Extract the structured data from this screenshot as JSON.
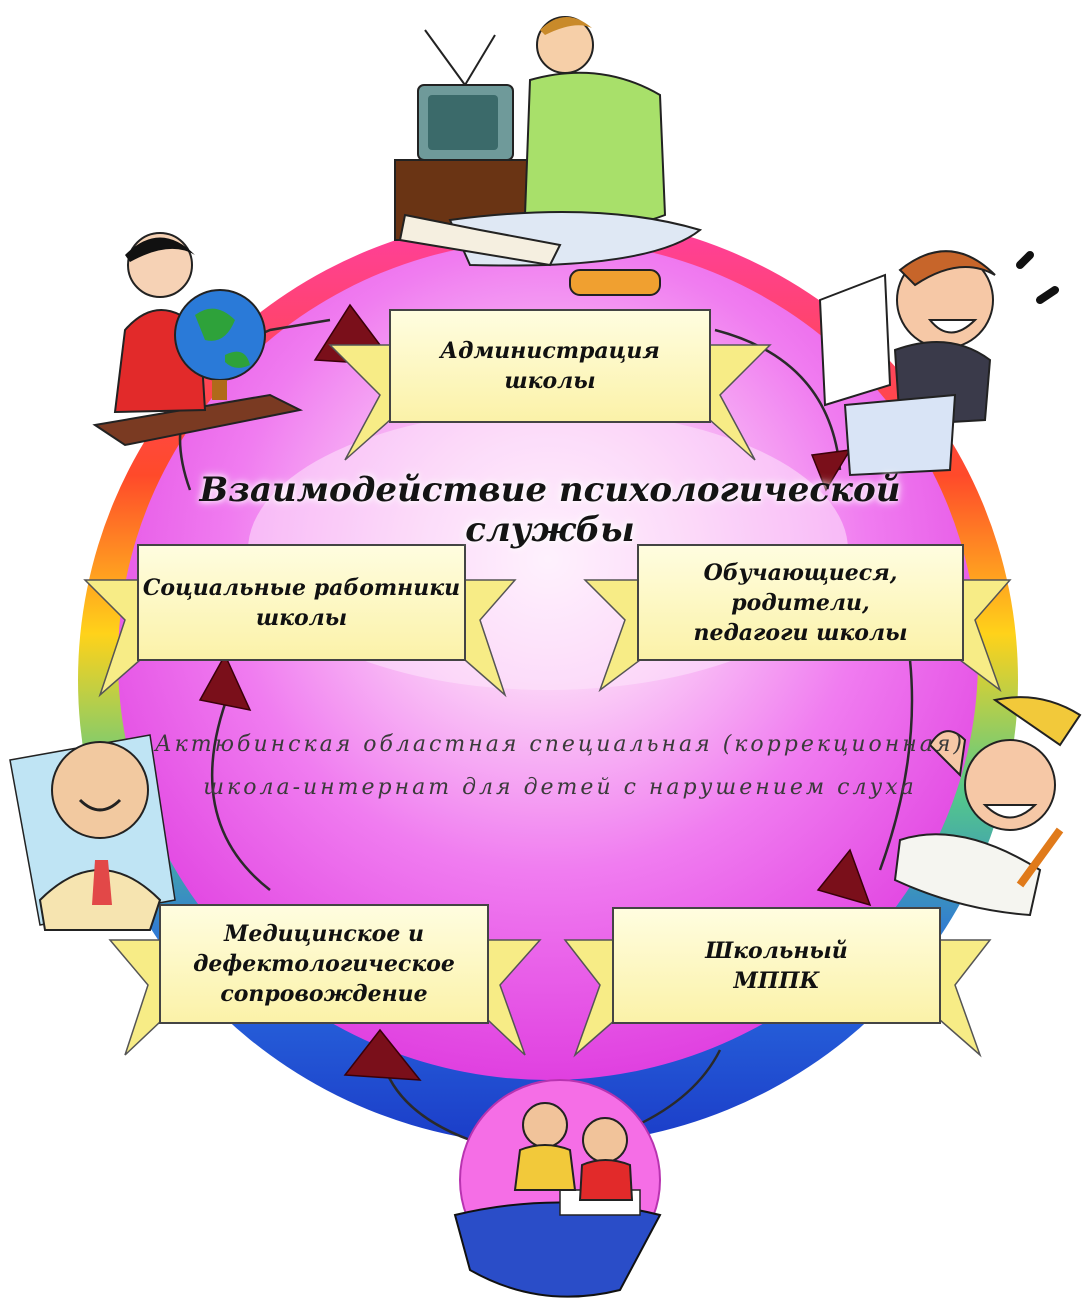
{
  "title": "Взаимодействие психологической службы",
  "caption": {
    "line1": "Актюбинская областная специальная (коррекционная)",
    "line2": "школа-интернат для детей с нарушением слуха"
  },
  "nodes": [
    {
      "id": "admin",
      "lines": [
        "Администрация",
        "школы"
      ]
    },
    {
      "id": "students",
      "lines": [
        "Обучающиеся, родители,",
        "педагоги школы"
      ]
    },
    {
      "id": "mppk",
      "lines": [
        "Школьный",
        "МППК"
      ]
    },
    {
      "id": "medical",
      "lines": [
        "Медицинское и",
        "дефектологическое",
        "сопровождение"
      ]
    },
    {
      "id": "social",
      "lines": [
        "Социальные работники",
        "школы"
      ]
    }
  ],
  "colors": {
    "ring_top": "#ff3fa0",
    "ring_mid": "#ffd21a",
    "ring_bottom": "#1b3cc8",
    "disc": "#ee55ee",
    "banner": "#fffbc8",
    "arrow": "#7a0f1a"
  },
  "icons": [
    "person-reading-icon",
    "girl-globe-icon",
    "man-letter-icon",
    "boy-waving-icon",
    "smiling-man-icon",
    "kids-piano-icon"
  ]
}
